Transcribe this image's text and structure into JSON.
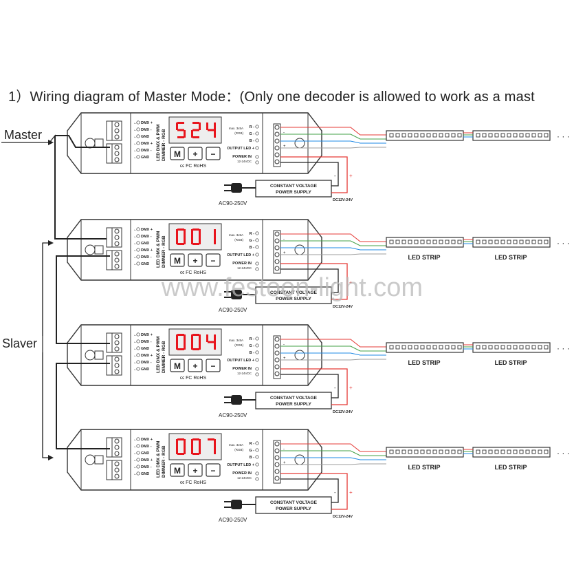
{
  "heading": "1）Wiring diagram of Master Mode：(Only one decoder is allowed to work as a mast",
  "labels": {
    "master": "Master",
    "slaver": "Slaver",
    "watermark": "www.festoon-light.com"
  },
  "decoder": {
    "terminals_left": [
      "DMX +",
      "DMX -",
      "GND",
      "DMX +",
      "DMX -",
      "GND"
    ],
    "title_line1": "LED DMX & PWM",
    "title_line2": "DIMMER - RGB",
    "buttons": [
      "M",
      "+",
      "−"
    ],
    "cert": "ϵϵ FC RoHS",
    "outputs": [
      "R -",
      "G -",
      "B -"
    ],
    "max_line1": "max. 3x5A",
    "max_line2": "(RGB)",
    "output_led": "OUTPUT LED +",
    "power_in": "POWER IN",
    "power_range": "12-24VDC"
  },
  "units": [
    {
      "display": "524",
      "has_strip_labels": false
    },
    {
      "display": "001",
      "has_strip_labels": true
    },
    {
      "display": "004",
      "has_strip_labels": true
    },
    {
      "display": "007",
      "has_strip_labels": true
    }
  ],
  "power_supply": {
    "line1": "CONSTANT VOLTAGE",
    "line2": "POWER SUPPLY"
  },
  "ac_label": "AC90-250V",
  "dc_label": "DC12V-24V",
  "strip_label": "LED STRIP",
  "ellipsis": "· · ·",
  "polarity": {
    "plus": "+",
    "minus": "-"
  },
  "colors": {
    "red_wire": "#e53935",
    "green_wire": "#43a047",
    "blue_wire": "#1e88e5",
    "white_wire": "#9e9e9e",
    "display_digits": "#e8141c",
    "outline": "#333333"
  }
}
